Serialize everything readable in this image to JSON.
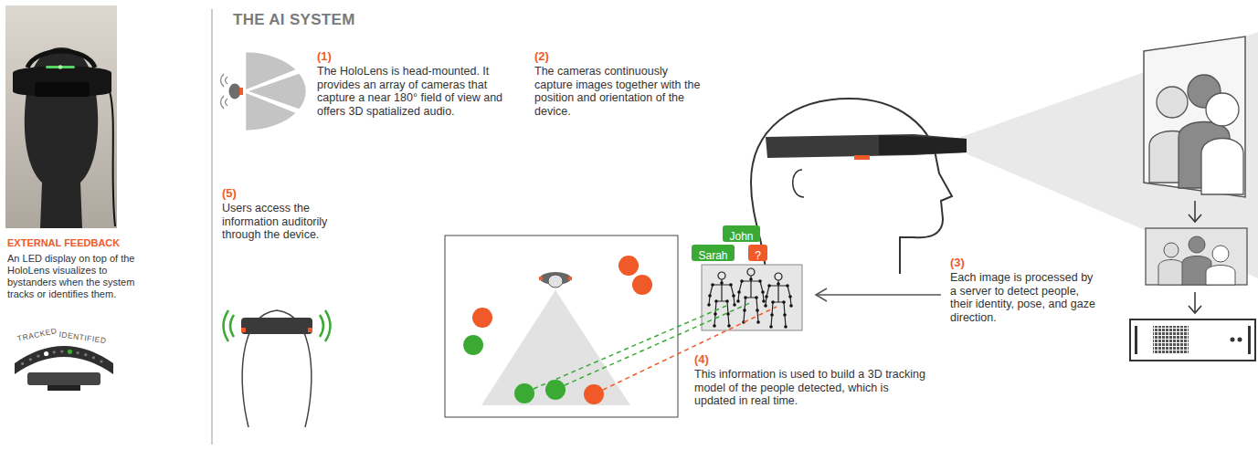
{
  "diagram": {
    "title": "THE AI SYSTEM",
    "nodes": [
      {
        "text": [
          "John"
        ]
      },
      {
        "text": [
          "Sarah"
        ]
      },
      {
        "text": [
          "?"
        ]
      }
    ],
    "labels": [
      "EXTERNAL FEEDBACK",
      "An LED display on top of the HoloLens visualizes to bystanders when the system tracks or identifies them.",
      "TRACKED",
      "IDENTIFIED",
      "(1)",
      "The HoloLens is head-mounted. It provides an array of cameras that capture a near 180° field of view and offers 3D spatialized audio.",
      "(2)",
      "The cameras continuously capture images together with the position and orientation of the device.",
      "(3)",
      "Each image is processed by a server to detect people, their identity, pose, and gaze direction.",
      "(4)",
      "This information is used to build a 3D tracking model of the people detected, which is updated in real time.",
      "(5)",
      "Users access the information auditorily through the device."
    ]
  }
}
